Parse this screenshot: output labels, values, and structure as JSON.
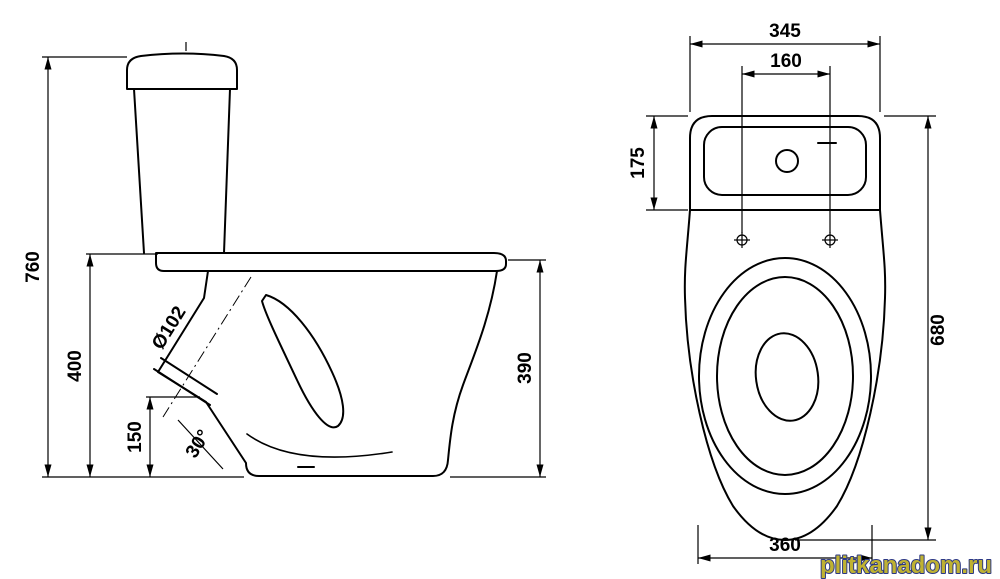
{
  "drawing": {
    "background": "#ffffff",
    "line_color": "#000000"
  },
  "side_view": {
    "labels": {
      "total_height": "760",
      "rim_height": "400",
      "outlet_height": "150",
      "bowl_height": "390",
      "outlet_diameter": "Ø102",
      "outlet_angle": "30°"
    }
  },
  "top_view": {
    "labels": {
      "tank_width": "345",
      "bolt_spacing": "160",
      "tank_depth": "175",
      "overall_depth": "680",
      "base_width": "360"
    }
  },
  "watermark": {
    "text": "plitkanadom.ru",
    "fill": "#bfb232",
    "outline": "#2c3884"
  }
}
